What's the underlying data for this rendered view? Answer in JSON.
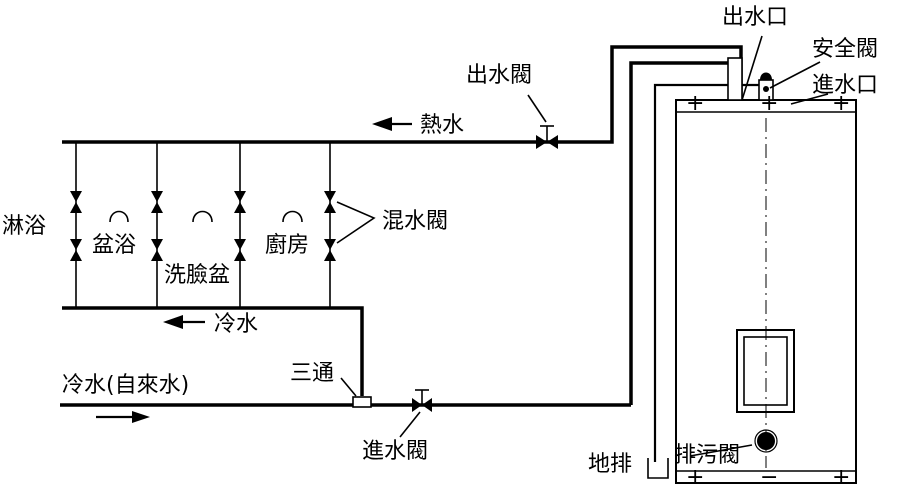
{
  "labels": {
    "outlet": "出水口",
    "safety_valve": "安全閥",
    "inlet": "進水口",
    "outlet_valve": "出水閥",
    "hot_water": "熱水",
    "shower": "淋浴",
    "bathtub": "盆浴",
    "washbasin": "洗臉盆",
    "kitchen": "廚房",
    "mixing_valve": "混水閥",
    "cold_water_branch": "冷水",
    "tee": "三通",
    "cold_water_supply": "冷水(自來水)",
    "inlet_valve": "進水閥",
    "floor_drain": "地排",
    "drain_valve": "排污閥"
  },
  "tank_marks": {
    "plus": "+",
    "minus": "−"
  }
}
